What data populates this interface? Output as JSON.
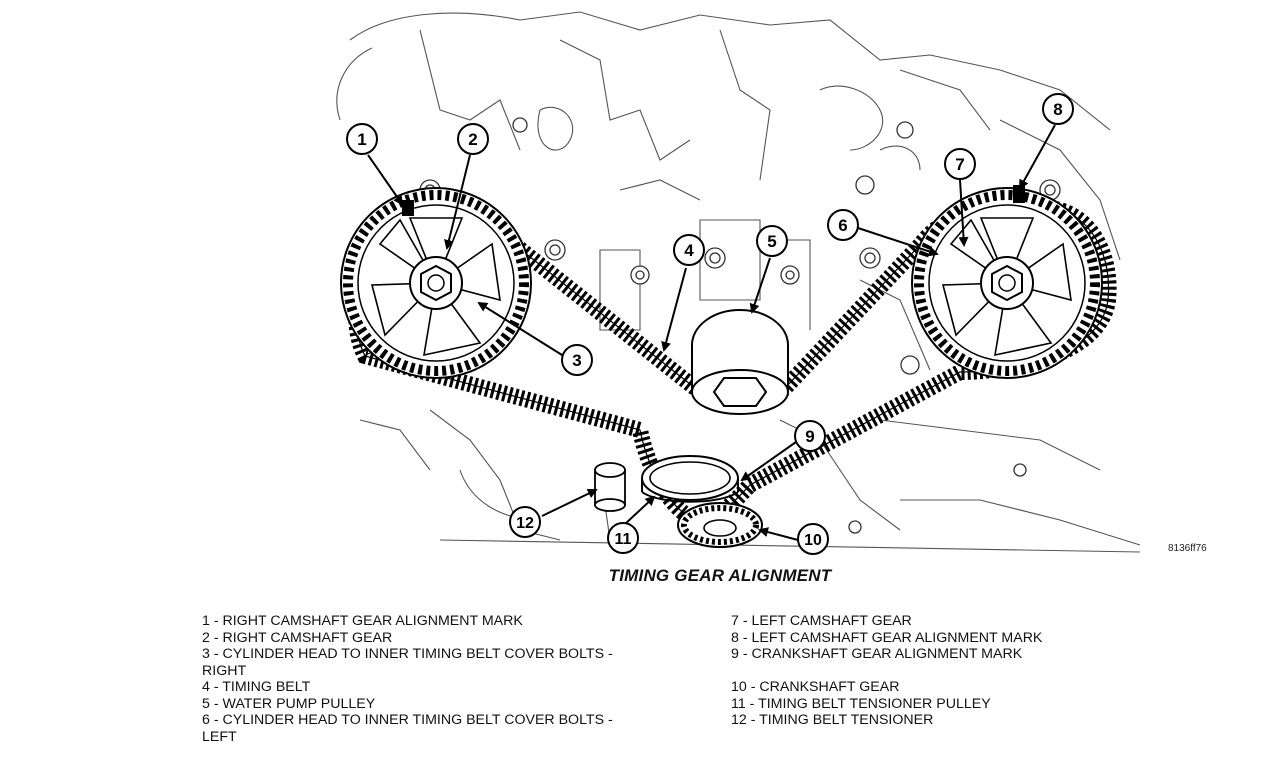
{
  "figure": {
    "id_code": "8136ff76",
    "title": "TIMING GEAR ALIGNMENT"
  },
  "callouts": [
    "1",
    "2",
    "3",
    "4",
    "5",
    "6",
    "7",
    "8",
    "9",
    "10",
    "11",
    "12"
  ],
  "legend": {
    "left": [
      "1 - RIGHT CAMSHAFT GEAR ALIGNMENT MARK",
      "2 - RIGHT CAMSHAFT GEAR",
      "3 - CYLINDER HEAD TO INNER TIMING BELT COVER BOLTS -\nRIGHT",
      "4 - TIMING BELT",
      "5 - WATER PUMP PULLEY",
      "6 - CYLINDER HEAD TO INNER TIMING BELT COVER BOLTS -\nLEFT"
    ],
    "right": [
      "7 - LEFT CAMSHAFT GEAR",
      "8 - LEFT CAMSHAFT GEAR ALIGNMENT MARK",
      "9 - CRANKSHAFT GEAR ALIGNMENT MARK",
      "10 - CRANKSHAFT GEAR",
      "11 - TIMING BELT TENSIONER PULLEY",
      "12 - TIMING BELT TENSIONER"
    ]
  }
}
